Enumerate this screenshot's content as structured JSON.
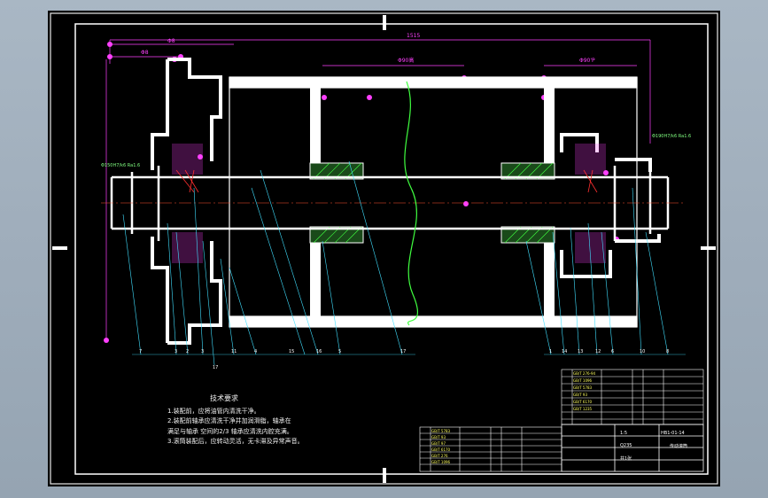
{
  "drawing": {
    "dimensions": {
      "overall_length": "1515",
      "left_flange_1": "Φ8",
      "left_flange_2": "Φ8",
      "center_span": "Φ90高",
      "right_span": "Φ90'P",
      "fit_note_left": "Φ150H7/k6 Ra1.6",
      "fit_note_right": "Φ190H7/k6 Ra1.6"
    },
    "balloons": [
      "7",
      "3",
      "2",
      "3",
      "17",
      "11",
      "4",
      "15",
      "16",
      "5",
      "17",
      "1",
      "14",
      "13",
      "12",
      "6",
      "10",
      "8"
    ],
    "tech_requirements": {
      "title": "技术要求",
      "lines": [
        "1.装配前，应将油管内清洗干净。",
        "2.装配前轴承应清洗干净并加润滑脂，轴承在",
        "满足与轴承 空间的2/3 轴承应清洗内腔充满。",
        "3.滚筒装配后，应转动灵活，无卡滞及异常声音。"
      ]
    },
    "title_block": {
      "drawing_no": "HB1-01-14",
      "name": "传动滚筒",
      "scale": "1:5",
      "sheet": "共1张",
      "material": "Q235"
    }
  }
}
